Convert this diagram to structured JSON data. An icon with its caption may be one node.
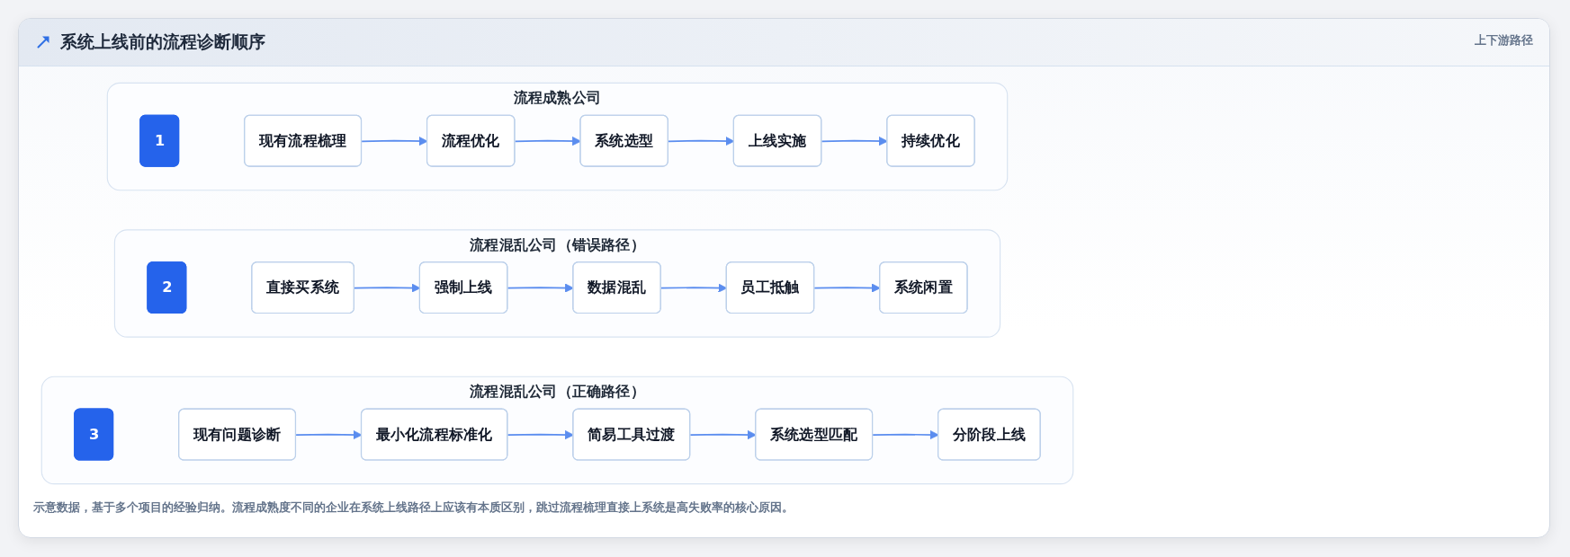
{
  "diagram": {
    "title": "系统上线前的流程诊断顺序",
    "nodes": [
      {
        "text": [
          "流程成熟公司"
        ]
      },
      {
        "text": [
          "1"
        ],
        "in": 0
      },
      {
        "text": [
          "现有流程梳理"
        ],
        "in": 0
      },
      {
        "text": [
          "流程优化"
        ],
        "in": 0
      },
      {
        "text": [
          "系统选型"
        ],
        "in": 0
      },
      {
        "text": [
          "上线实施"
        ],
        "in": 0
      },
      {
        "text": [
          "持续优化"
        ],
        "in": 0
      },
      {
        "text": [
          "流程混乱公司（错误路径）"
        ]
      },
      {
        "text": [
          "2"
        ],
        "in": 7
      },
      {
        "text": [
          "直接买系统"
        ],
        "in": 7
      },
      {
        "text": [
          "强制上线"
        ],
        "in": 7
      },
      {
        "text": [
          "数据混乱"
        ],
        "in": 7
      },
      {
        "text": [
          "员工抵触"
        ],
        "in": 7
      },
      {
        "text": [
          "系统闲置"
        ],
        "in": 7
      },
      {
        "text": [
          "流程混乱公司（正确路径）"
        ]
      },
      {
        "text": [
          "3"
        ],
        "in": 14
      },
      {
        "text": [
          "现有问题诊断"
        ],
        "in": 14
      },
      {
        "text": [
          "最小化流程标准化"
        ],
        "in": 14
      },
      {
        "text": [
          "简易工具过渡"
        ],
        "in": 14
      },
      {
        "text": [
          "系统选型匹配"
        ],
        "in": 14
      },
      {
        "text": [
          "分阶段上线"
        ],
        "in": 14
      }
    ],
    "edges": [
      {
        "from": 2,
        "to": 3,
        "arrow": "to"
      },
      {
        "from": 3,
        "to": 4,
        "arrow": "to"
      },
      {
        "from": 4,
        "to": 5,
        "arrow": "to"
      },
      {
        "from": 5,
        "to": 6,
        "arrow": "to"
      },
      {
        "from": 9,
        "to": 10,
        "arrow": "to"
      },
      {
        "from": 10,
        "to": 11,
        "arrow": "to"
      },
      {
        "from": 11,
        "to": 12,
        "arrow": "to"
      },
      {
        "from": 12,
        "to": 13,
        "arrow": "to"
      },
      {
        "from": 16,
        "to": 17,
        "arrow": "to"
      },
      {
        "from": 17,
        "to": 18,
        "arrow": "to"
      },
      {
        "from": 18,
        "to": 19,
        "arrow": "to"
      },
      {
        "from": 19,
        "to": 20,
        "arrow": "to"
      }
    ],
    "labels": [
      "上下游路径"
    ],
    "caption": "示意数据，基于多个项目的经验归纳。流程成熟度不同的企业在系统上线路径上应该有本质区别，跳过流程梳理直接上系统是高失败率的核心原因。"
  }
}
